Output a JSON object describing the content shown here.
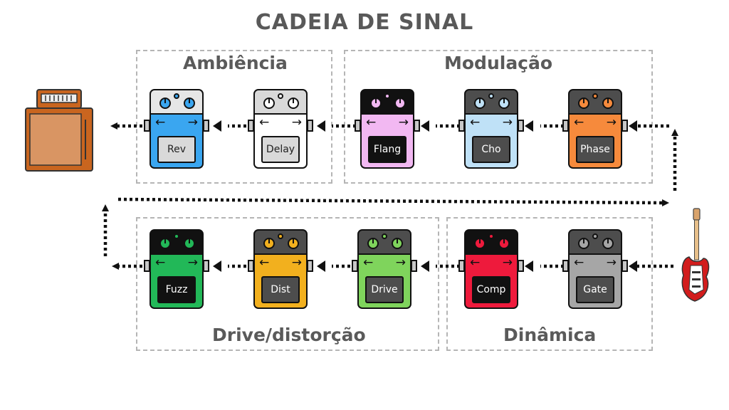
{
  "title": "CADEIA DE SINAL",
  "groups": {
    "ambiencia": "Ambiência",
    "modulacao": "Modulação",
    "drive": "Drive/distorção",
    "dinamica": "Dinâmica"
  },
  "pedals": {
    "rev": {
      "label": "Rev",
      "body_color": "#3aa6f0",
      "top_color": "#e6e6e6",
      "knob_color": "#3aa6f0",
      "label_bg": "#d9d9d9",
      "label_color": "#222222"
    },
    "delay": {
      "label": "Delay",
      "body_color": "#ffffff",
      "top_color": "#d9d9d9",
      "knob_color": "#ffffff",
      "label_bg": "#d9d9d9",
      "label_color": "#222222"
    },
    "flang": {
      "label": "Flang",
      "body_color": "#f2b8f2",
      "top_color": "#111111",
      "knob_color": "#f2b8f2",
      "label_bg": "#111111",
      "label_color": "#ffffff"
    },
    "cho": {
      "label": "Cho",
      "body_color": "#bfe1f7",
      "top_color": "#4d4d4d",
      "knob_color": "#bfe1f7",
      "label_bg": "#4d4d4d",
      "label_color": "#ffffff"
    },
    "phase": {
      "label": "Phase",
      "body_color": "#f68a3c",
      "top_color": "#4d4d4d",
      "knob_color": "#f68a3c",
      "label_bg": "#4d4d4d",
      "label_color": "#ffffff"
    },
    "fuzz": {
      "label": "Fuzz",
      "body_color": "#22b858",
      "top_color": "#111111",
      "knob_color": "#22b858",
      "label_bg": "#111111",
      "label_color": "#ffffff"
    },
    "dist": {
      "label": "Dist",
      "body_color": "#f2b01e",
      "top_color": "#4d4d4d",
      "knob_color": "#f2b01e",
      "label_bg": "#4d4d4d",
      "label_color": "#ffffff"
    },
    "drive": {
      "label": "Drive",
      "body_color": "#7fd45c",
      "top_color": "#4d4d4d",
      "knob_color": "#7fd45c",
      "label_bg": "#4d4d4d",
      "label_color": "#ffffff"
    },
    "comp": {
      "label": "Comp",
      "body_color": "#ee1a3c",
      "top_color": "#111111",
      "knob_color": "#ee1a3c",
      "label_bg": "#111111",
      "label_color": "#ffffff"
    },
    "gate": {
      "label": "Gate",
      "body_color": "#a6a6a6",
      "top_color": "#4d4d4d",
      "knob_color": "#a6a6a6",
      "label_bg": "#4d4d4d",
      "label_color": "#ffffff"
    }
  },
  "arrows": {
    "left": "←",
    "right": "→"
  },
  "icons": {
    "amp": "amp-icon",
    "guitar": "guitar-icon"
  }
}
